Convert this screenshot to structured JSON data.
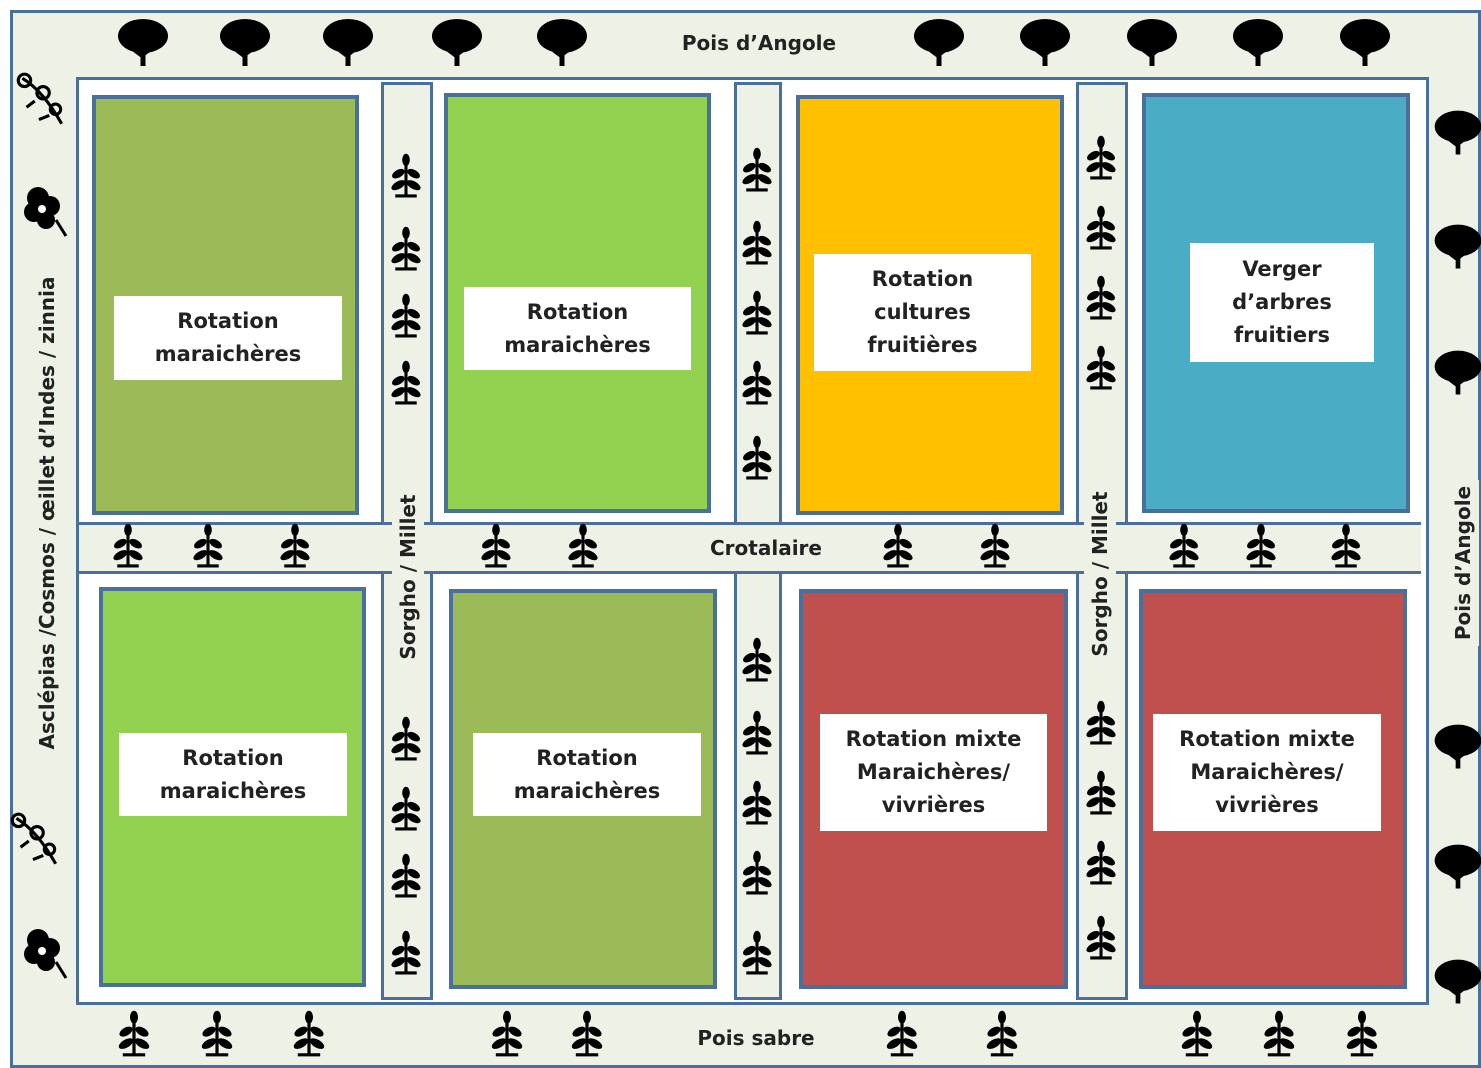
{
  "colors": {
    "border": "#4a6f9a",
    "band": "#eef2e6",
    "olive_green": "#9bbb59",
    "light_green": "#92d050",
    "orange": "#ffc000",
    "blue": "#4bacc6",
    "red": "#c0504d"
  },
  "borders": {
    "top": "Pois d’Angole",
    "bottom": "Pois sabre",
    "left": "Asclépias /Cosmos / œillet d’Indes / zinnia",
    "right": "Pois d’Angole"
  },
  "strips": {
    "horizontal": "Crotalaire",
    "vertical_left": "Sorgho / Millet",
    "vertical_right": "Sorgho / Millet"
  },
  "plots": [
    {
      "label": "Rotation\nmaraichères",
      "color": "olive_green"
    },
    {
      "label": "Rotation\nmaraichères",
      "color": "light_green"
    },
    {
      "label": "Rotation\ncultures\nfruitières",
      "color": "orange"
    },
    {
      "label": "Verger\nd’arbres\nfruitiers",
      "color": "blue"
    },
    {
      "label": "Rotation\nmaraichères",
      "color": "light_green"
    },
    {
      "label": "Rotation\nmaraichères",
      "color": "olive_green"
    },
    {
      "label": "Rotation mixte\nMaraichères/\nvivrières",
      "color": "red"
    },
    {
      "label": "Rotation mixte\nMaraichères/\nvivrières",
      "color": "red"
    }
  ],
  "icons": {
    "tree": "tree-icon",
    "plant": "plant-icon",
    "flower": "flower-icon",
    "hibiscus": "hibiscus-icon"
  }
}
